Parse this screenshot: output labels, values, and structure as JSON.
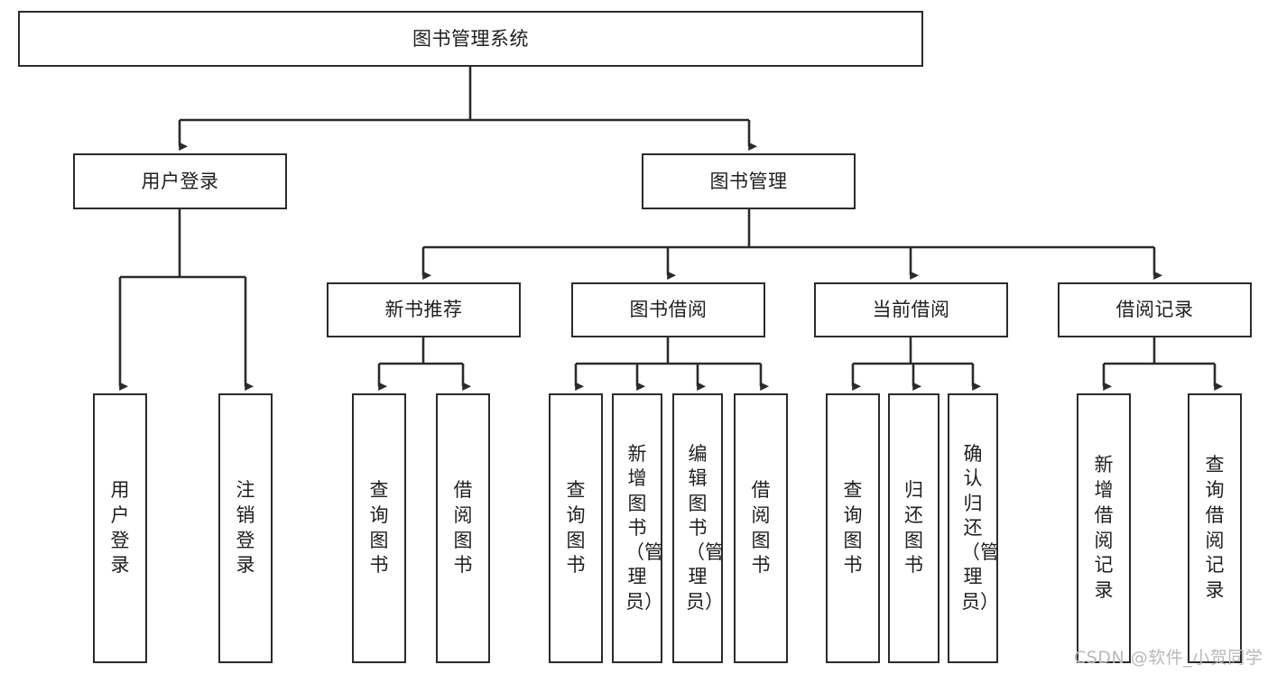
{
  "diagram": {
    "title": "图书管理系统",
    "type": "hierarchy-tree",
    "colors": {
      "box_border": "#2b2b2b",
      "box_fill": "#ffffff",
      "edge": "#2b2b2b",
      "text": "#1f1f1f",
      "watermark": "#b9b9b9",
      "background": "#ffffff"
    },
    "root": {
      "id": "root",
      "label": "图书管理系统"
    },
    "level2": [
      {
        "id": "user-login",
        "label": "用户登录"
      },
      {
        "id": "book-manage",
        "label": "图书管理"
      }
    ],
    "level3": [
      {
        "id": "new-book-recommend",
        "label": "新书推荐",
        "parent": "book-manage"
      },
      {
        "id": "book-borrow",
        "label": "图书借阅",
        "parent": "book-manage"
      },
      {
        "id": "current-borrow",
        "label": "当前借阅",
        "parent": "book-manage"
      },
      {
        "id": "borrow-record",
        "label": "借阅记录",
        "parent": "book-manage"
      }
    ],
    "leaves": [
      {
        "id": "leaf-user-login",
        "label": "用户登录",
        "parent": "user-login"
      },
      {
        "id": "leaf-user-logout",
        "label": "注销登录",
        "parent": "user-login"
      },
      {
        "id": "leaf-query-book-1",
        "label": "查询图书",
        "parent": "new-book-recommend"
      },
      {
        "id": "leaf-borrow-book-1",
        "label": "借阅图书",
        "parent": "new-book-recommend"
      },
      {
        "id": "leaf-query-book-2",
        "label": "查询图书",
        "parent": "book-borrow"
      },
      {
        "id": "leaf-add-book",
        "label": "新增图书（管理员）",
        "parent": "book-borrow"
      },
      {
        "id": "leaf-edit-book",
        "label": "编辑图书（管理员）",
        "parent": "book-borrow"
      },
      {
        "id": "leaf-borrow-book-2",
        "label": "借阅图书",
        "parent": "book-borrow"
      },
      {
        "id": "leaf-query-book-3",
        "label": "查询图书",
        "parent": "current-borrow"
      },
      {
        "id": "leaf-return-book",
        "label": "归还图书",
        "parent": "current-borrow"
      },
      {
        "id": "leaf-confirm-return",
        "label": "确认归还（管理员）",
        "parent": "current-borrow"
      },
      {
        "id": "leaf-add-record",
        "label": "新增借阅记录",
        "parent": "borrow-record"
      },
      {
        "id": "leaf-query-record",
        "label": "查询借阅记录",
        "parent": "borrow-record"
      }
    ],
    "watermark": "CSDN @软件_小贺同学"
  }
}
